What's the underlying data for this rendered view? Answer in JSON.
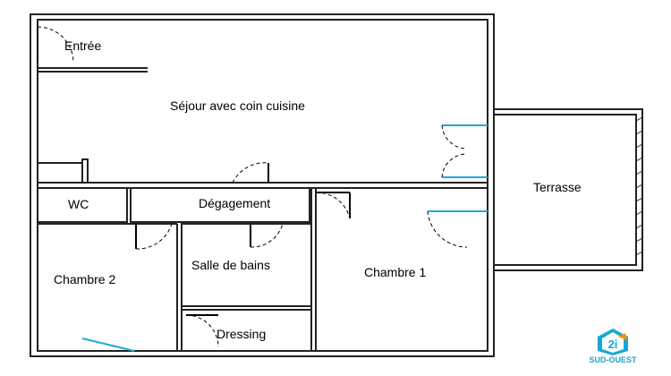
{
  "floor_plan": {
    "rooms": {
      "entree": "Entrée",
      "sejour": "Séjour avec coin cuisine",
      "terrasse": "Terrasse",
      "wc": "WC",
      "degagement": "Dégagement",
      "salle_de_bains": "Salle de bains",
      "chambre_2": "Chambre 2",
      "chambre_1": "Chambre 1",
      "dressing": "Dressing"
    },
    "colors": {
      "wall": "#222222",
      "window": "#23a9d9",
      "door_swing": "#000000"
    }
  },
  "logo": {
    "text": "SUD-OUEST",
    "mark": "2i",
    "colors": {
      "blue": "#1aa6d6",
      "orange": "#f39200"
    }
  }
}
